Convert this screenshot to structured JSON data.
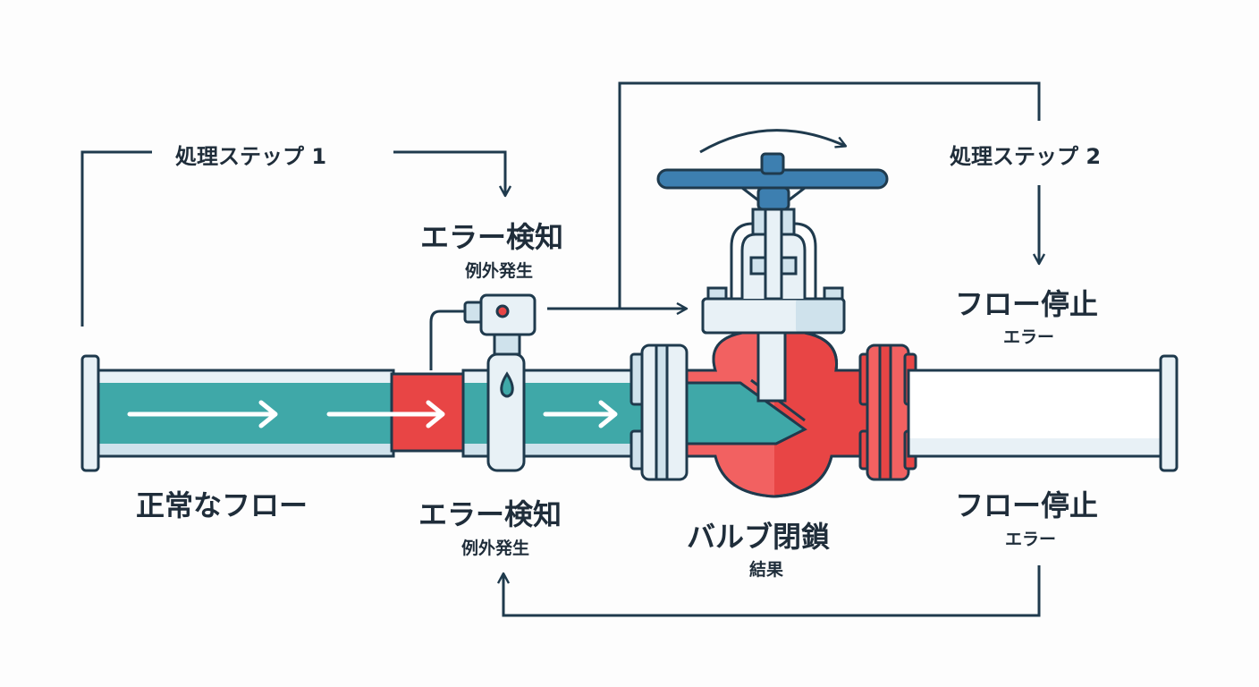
{
  "steps": {
    "step1": "処理ステップ 1",
    "step2": "処理ステップ 2"
  },
  "labels": {
    "top_error_title": "エラー検知",
    "top_error_sub": "例外発生",
    "top_stop_title": "フロー停止",
    "top_stop_sub": "エラー",
    "normal_flow": "正常なフロー",
    "bottom_error_title": "エラー検知",
    "bottom_error_sub": "例外発生",
    "valve_title": "バルブ閉鎖",
    "valve_sub": "結果",
    "bottom_stop_title": "フロー停止",
    "bottom_stop_sub": "エラー"
  },
  "colors": {
    "outline": "#1f3a4d",
    "flow": "#3fa8a8",
    "error": "#e84545",
    "pipe_light": "#e8f1f6",
    "valve_wheel": "#3d7fb0"
  }
}
